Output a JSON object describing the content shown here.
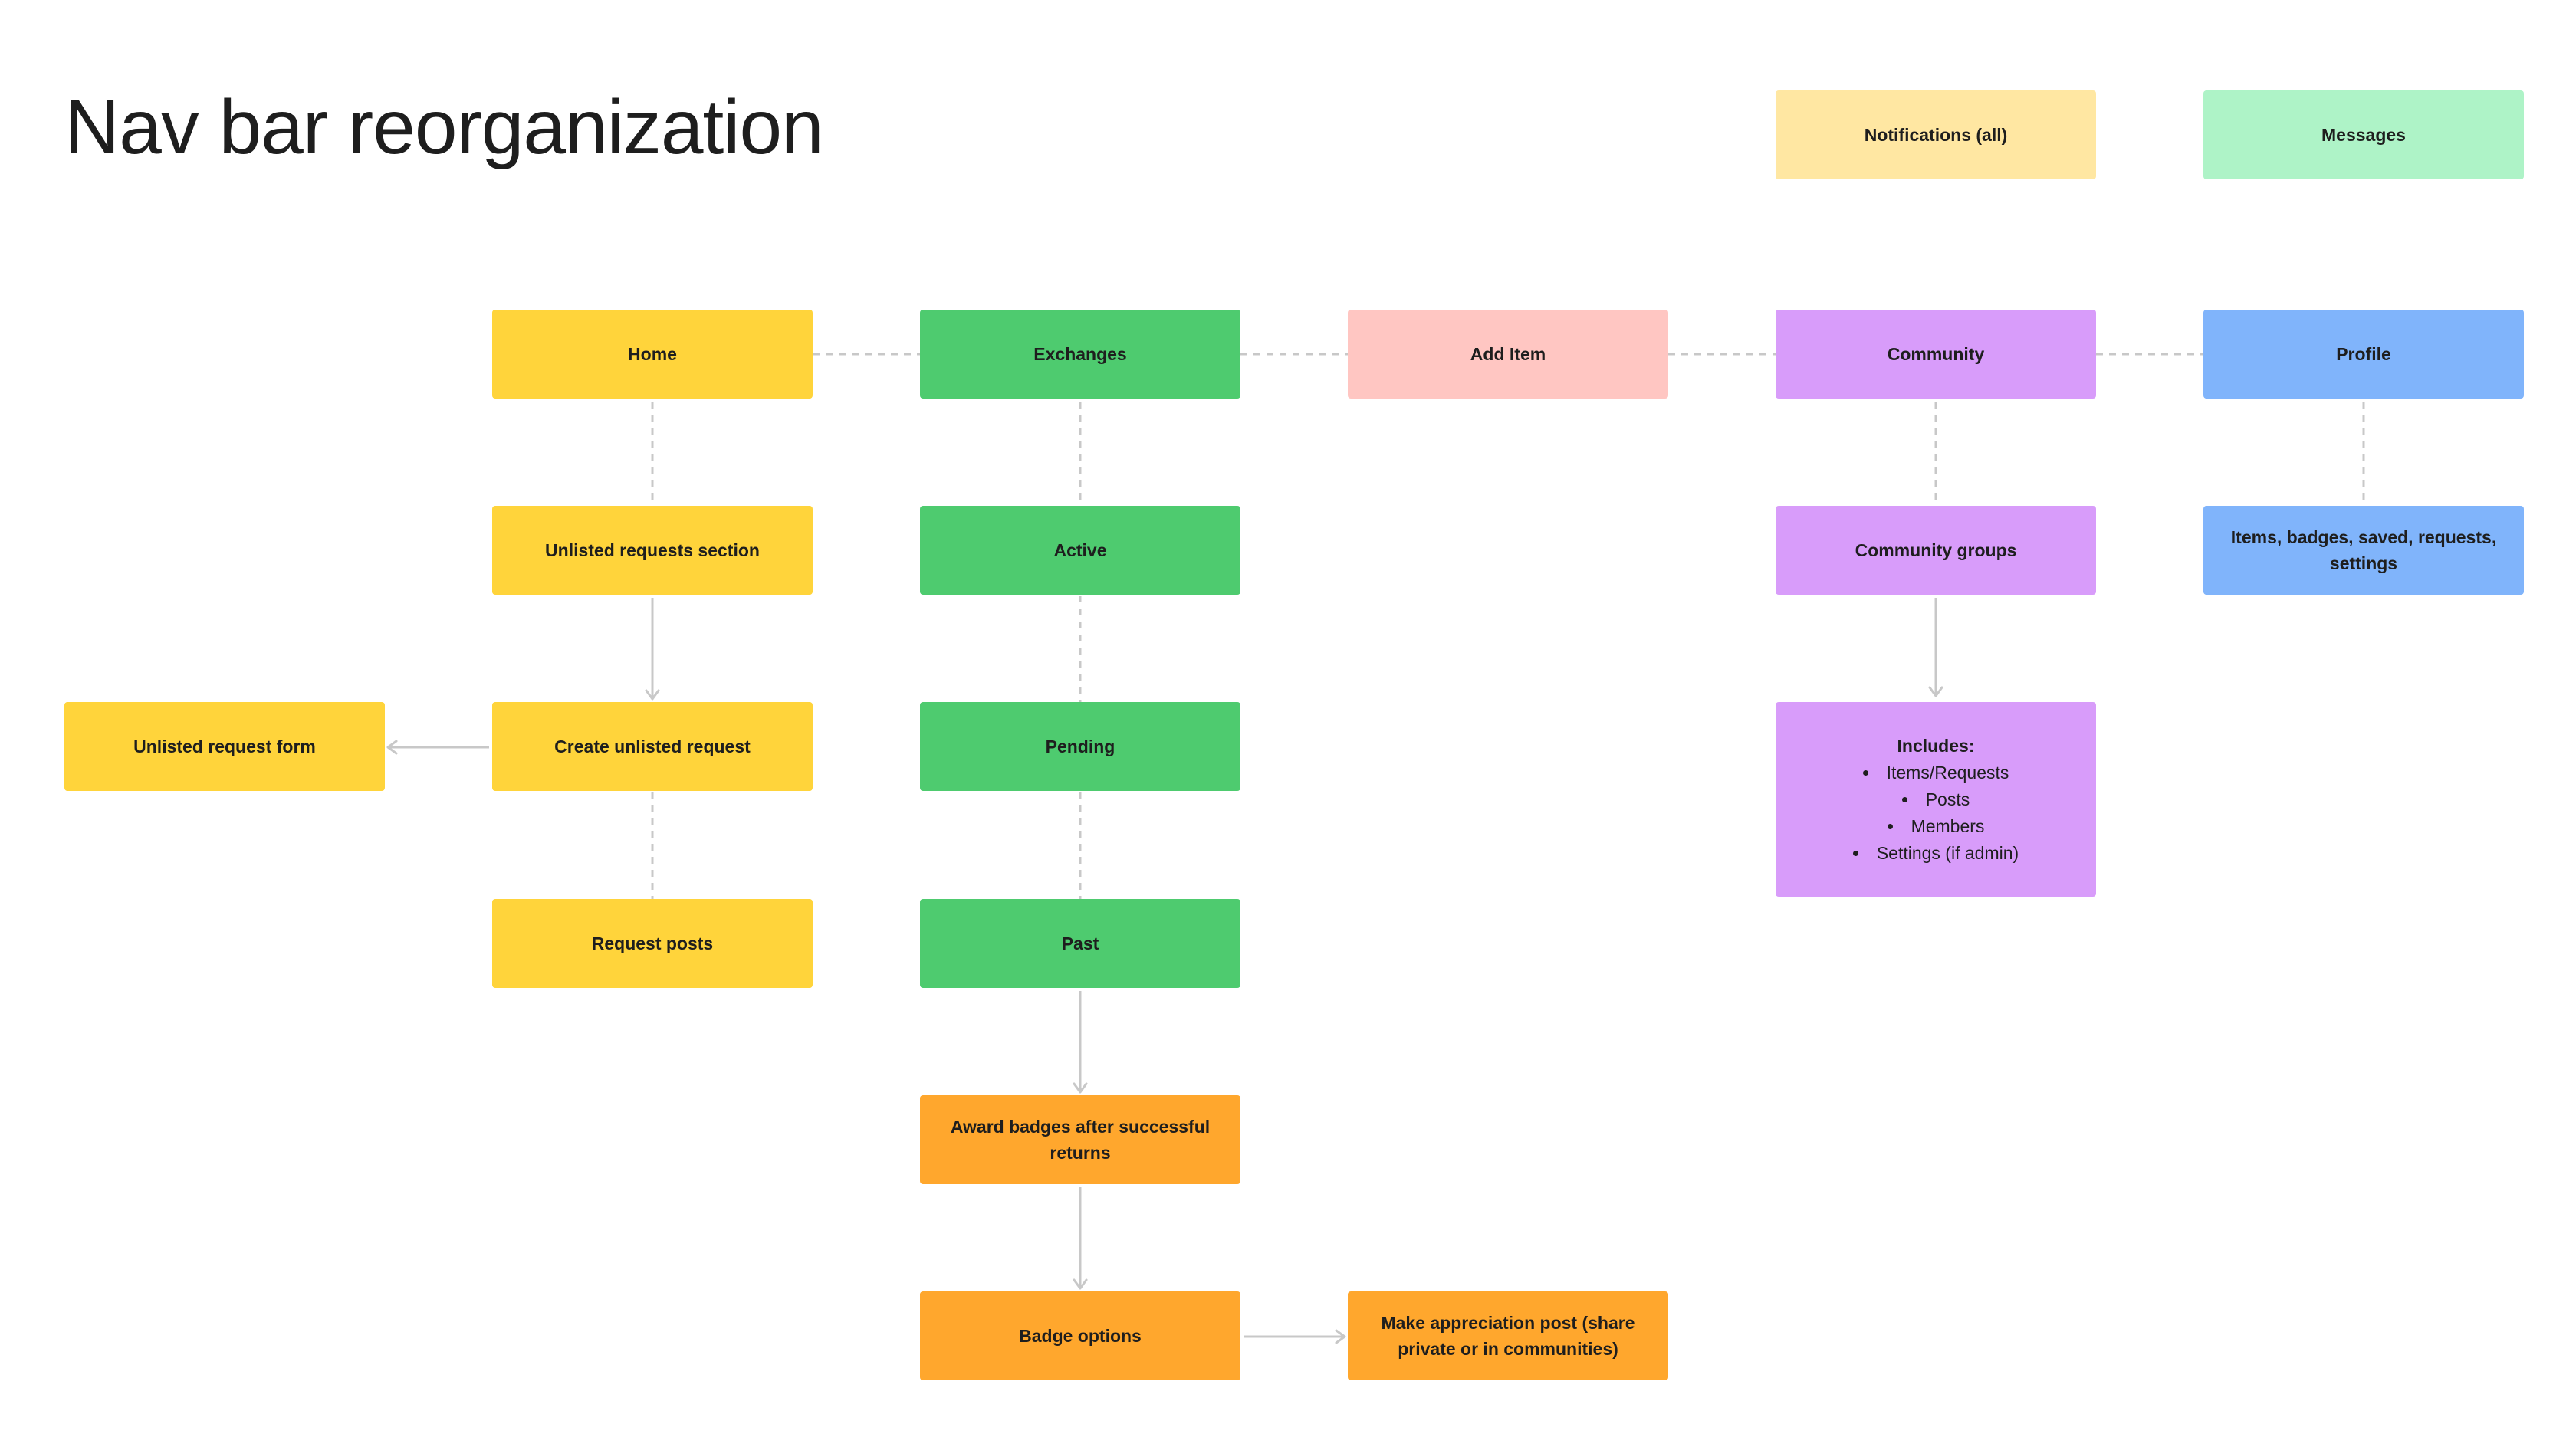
{
  "title": "Nav bar reorganization",
  "colors": {
    "yellow": "#ffd43b",
    "green": "#4ecb6f",
    "pink": "#ffc6c2",
    "purple": "#d89cfa",
    "blue": "#80b4fb",
    "orange": "#ffa72d",
    "light_yellow": "#ffe7a2",
    "light_green": "#aef3c7",
    "connector": "#c8c8c8"
  },
  "top_right": {
    "notifications": "Notifications (all)",
    "messages": "Messages"
  },
  "nav": {
    "home": "Home",
    "exchanges": "Exchanges",
    "add_item": "Add Item",
    "community": "Community",
    "profile": "Profile"
  },
  "home_branch": {
    "unlisted_section": "Unlisted requests section",
    "create_unlisted": "Create unlisted request",
    "unlisted_form": "Unlisted request form",
    "request_posts": "Request posts"
  },
  "exchanges_branch": {
    "active": "Active",
    "pending": "Pending",
    "past": "Past",
    "award_badges": "Award badges after successful returns",
    "badge_options": "Badge options",
    "appreciation_post": "Make appreciation post (share private or in communities)"
  },
  "community_branch": {
    "groups": "Community groups",
    "includes_title": "Includes:",
    "includes_items": [
      "Items/Requests",
      "Posts",
      "Members",
      "Settings (if admin)"
    ]
  },
  "profile_branch": {
    "details": "Items, badges, saved, requests, settings"
  }
}
